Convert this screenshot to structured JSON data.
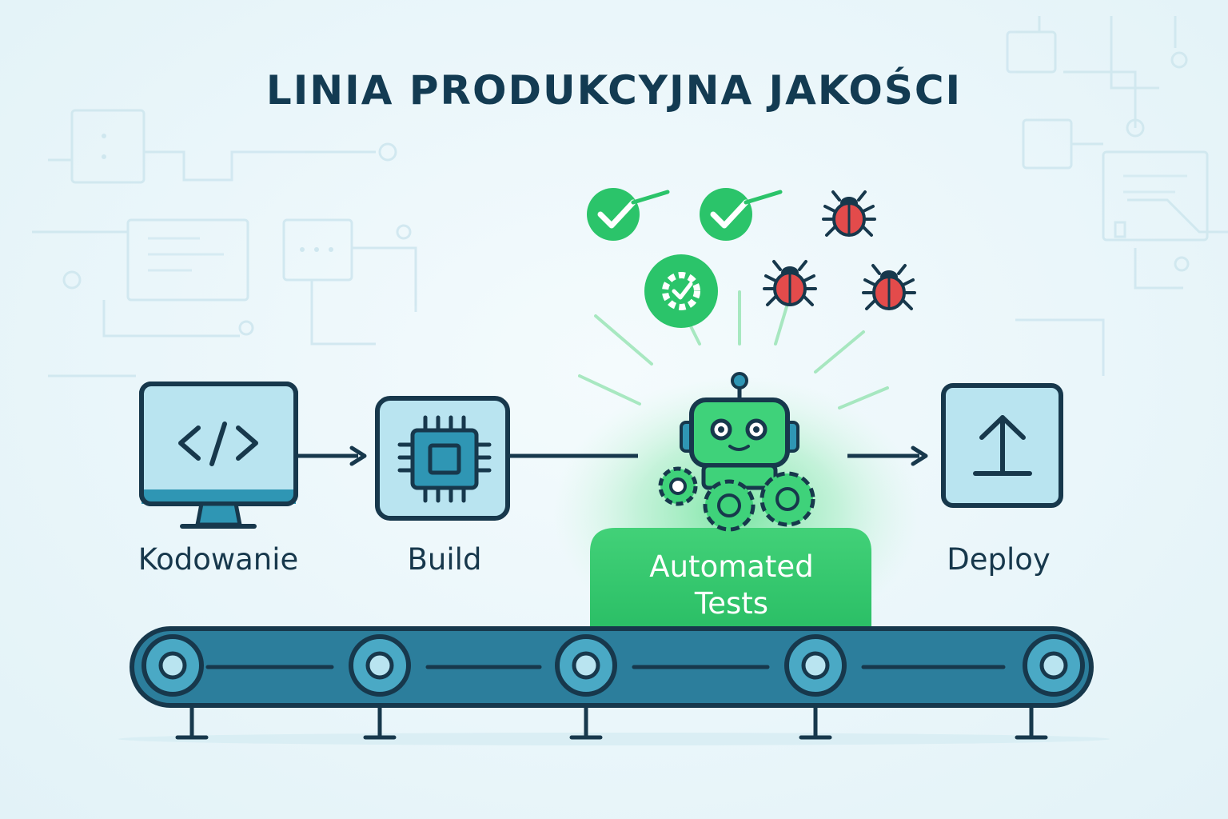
{
  "title": "LINIA PRODUKCYJNA JAKOŚCI",
  "stages": [
    {
      "label": "Kodowanie",
      "icon": "monitor-code-icon"
    },
    {
      "label": "Build",
      "icon": "chip-icon"
    },
    {
      "label_line1": "Automated",
      "label_line2": "Tests",
      "icon": "robot-icon"
    },
    {
      "label": "Deploy",
      "icon": "upload-icon"
    }
  ],
  "test_results": {
    "passed_icons": [
      "check-icon",
      "check-icon",
      "gear-check-icon"
    ],
    "bug_icons": [
      "bug-icon",
      "bug-icon",
      "bug-icon"
    ]
  },
  "colors": {
    "title": "#133b52",
    "outline": "#17384c",
    "icon_fill": "#b9e4f0",
    "accent_blue": "#2f96b4",
    "green": "#2bc46a",
    "bug_red": "#e34b4b",
    "conveyor": "#2c7e9c"
  }
}
